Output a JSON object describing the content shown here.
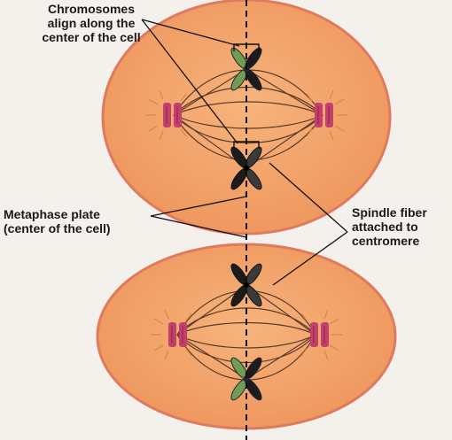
{
  "labels": {
    "chromosomes_align": [
      "Chromosomes",
      "align along the",
      "center of the cell"
    ],
    "metaphase_plate": [
      "Metaphase plate",
      "(center of the cell)"
    ],
    "spindle_fiber": [
      "Spindle fiber",
      "attached to",
      "centromere"
    ]
  },
  "colors": {
    "cell_fill": "#f0a466",
    "cell_outline": "#e07a5f",
    "centrosome": "#c2406b",
    "green_chromosome": "#6d9e54",
    "black_chromosome": "#1c1c1c",
    "fiber": "#5b3b2a",
    "background": "#f4f1ec"
  },
  "icons": [
    "cell",
    "chromosome",
    "centrosome",
    "spindle-fiber",
    "metaphase-plate-line"
  ]
}
